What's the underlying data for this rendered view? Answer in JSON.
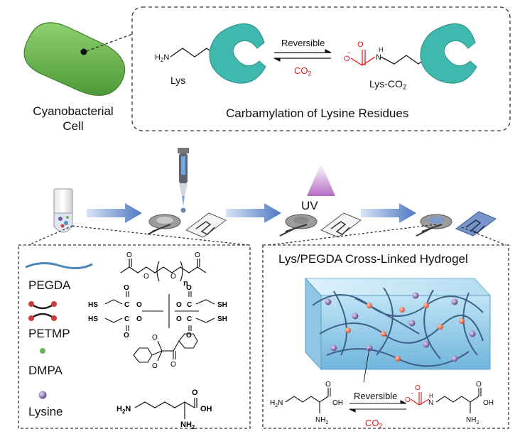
{
  "top_panel": {
    "cell_label": "Cyanobacterial Cell",
    "lys_label": "Lys",
    "lys_co2_label": "Lys-CO",
    "lys_co2_sub": "2",
    "reversible_label": "Reversible",
    "co2_label": "CO",
    "co2_sub": "2",
    "caption": "Carbamylation of Lysine Residues"
  },
  "workflow": {
    "uv_label": "UV"
  },
  "components": {
    "items": [
      {
        "name": "PEGDA"
      },
      {
        "name": "PETMP"
      },
      {
        "name": "DMPA"
      },
      {
        "name": "Lysine"
      }
    ],
    "subscript_n": "n"
  },
  "hydrogel": {
    "title": "Lys/PEGDA Cross-Linked Hydrogel",
    "reversible_label": "Reversible",
    "co2_label": "CO",
    "co2_sub": "2"
  },
  "colors": {
    "cell_green": "#6cb84f",
    "enzyme_teal": "#3fb8ad",
    "arrow_blue": "#5b82c8",
    "pegda_blue": "#4a86b8",
    "petmp_red": "#d23b3b",
    "dmpa_green": "#6ab55a",
    "lysine_purple": "#8a6fb0",
    "gel_blue": "#9fd1ea",
    "uv_purple": "#c48ad0",
    "carbamate_red": "#e01818"
  }
}
